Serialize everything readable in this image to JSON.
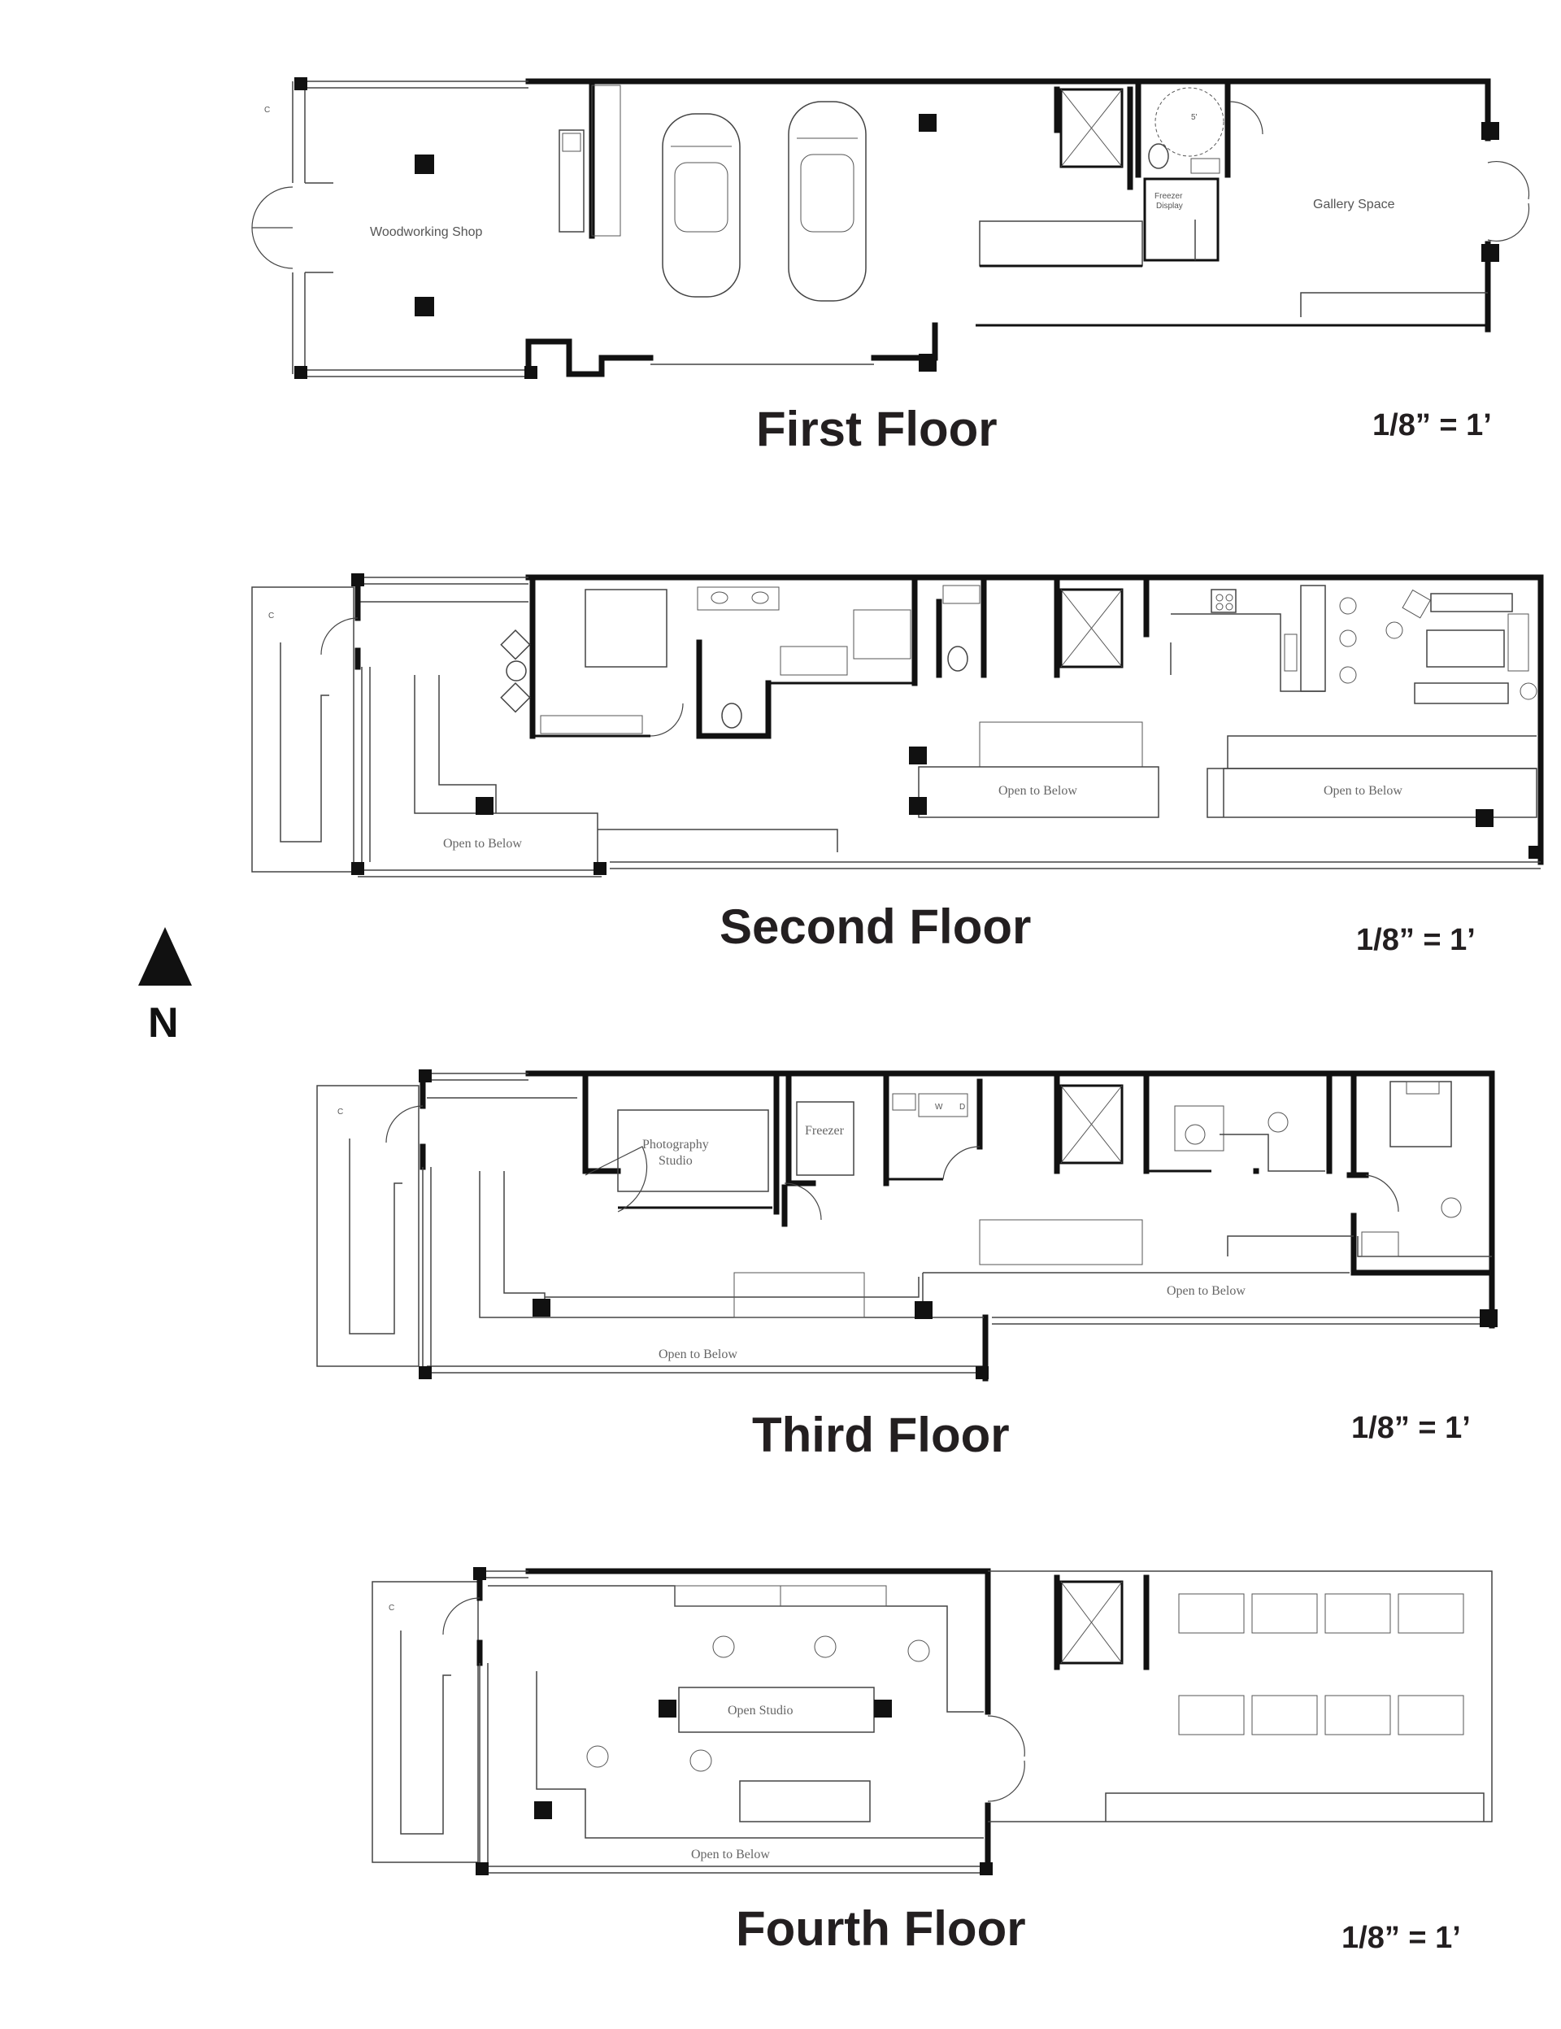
{
  "north_label": "N",
  "floors": [
    {
      "title": "First Floor",
      "scale": "1/8” = 1’",
      "rooms": {
        "woodworking": "Woodworking Shop",
        "gallery": "Gallery Space",
        "freezer_display_1": "Freezer",
        "freezer_display_2": "Display",
        "closet": "C",
        "turning": "5'"
      }
    },
    {
      "title": "Second Floor",
      "scale": "1/8” = 1’",
      "rooms": {
        "closet": "C",
        "open_1": "Open to Below",
        "open_2": "Open to Below",
        "open_3": "Open to Below"
      }
    },
    {
      "title": "Third Floor",
      "scale": "1/8” = 1’",
      "rooms": {
        "closet": "C",
        "photo_1": "Photography",
        "photo_2": "Studio",
        "freezer": "Freezer",
        "washer": "W",
        "dryer": "D",
        "open_1": "Open to Below",
        "open_2": "Open to Below"
      }
    },
    {
      "title": "Fourth Floor",
      "scale": "1/8” = 1’",
      "rooms": {
        "closet": "C",
        "studio": "Open Studio",
        "open_1": "Open to Below"
      }
    }
  ]
}
